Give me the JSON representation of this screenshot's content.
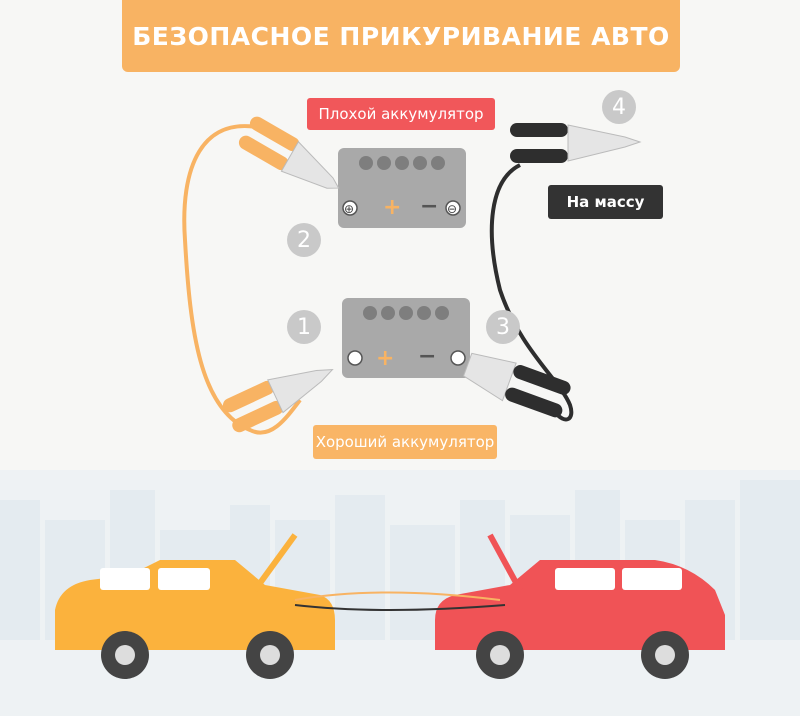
{
  "title": "БЕЗОПАСНОЕ ПРИКУРИВАНИЕ АВТО",
  "labels": {
    "bad_battery": "Плохой аккумулятор",
    "good_battery": "Хороший аккумулятор",
    "ground": "На массу"
  },
  "steps": [
    "1",
    "2",
    "3",
    "4"
  ],
  "battery_terminals": {
    "plus": "+",
    "minus": "−",
    "plus_symbol": "⊕",
    "minus_symbol": "⊖"
  },
  "colors": {
    "orange": "#f8b363",
    "red_label": "#f1575a",
    "dark_label": "#333333",
    "step_circle": "#c9c9c9",
    "battery": "#a9a9a9",
    "good_car": "#fbb23d",
    "bad_car": "#f05356",
    "black_cable": "#2e2e2e"
  }
}
